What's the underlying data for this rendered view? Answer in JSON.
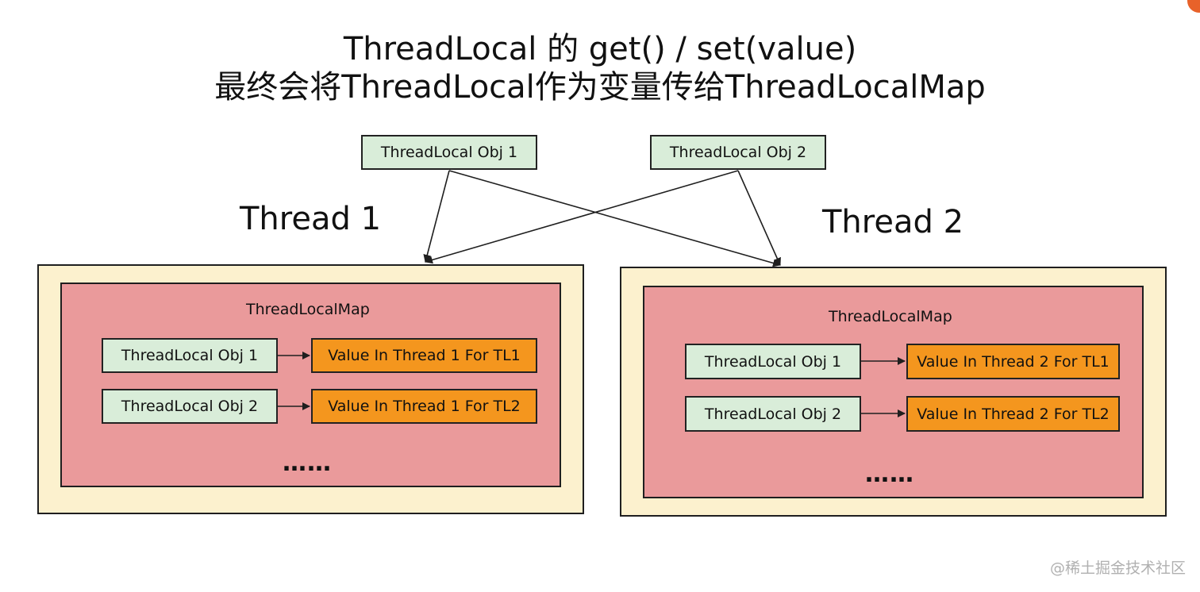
{
  "title": {
    "line1": "ThreadLocal 的 get() / set(value)",
    "line2": "最终会将ThreadLocal作为变量传给ThreadLocalMap"
  },
  "top_objects": {
    "obj1": "ThreadLocal Obj 1",
    "obj2": "ThreadLocal Obj 2"
  },
  "threads": [
    {
      "label": "Thread 1",
      "map_label": "ThreadLocalMap",
      "entries": [
        {
          "key": "ThreadLocal Obj 1",
          "value": "Value In Thread 1 For TL1"
        },
        {
          "key": "ThreadLocal Obj 2",
          "value": "Value In Thread 1 For TL2"
        }
      ],
      "ellipsis": "……"
    },
    {
      "label": "Thread 2",
      "map_label": "ThreadLocalMap",
      "entries": [
        {
          "key": "ThreadLocal Obj 1",
          "value": "Value In Thread 2 For TL1"
        },
        {
          "key": "ThreadLocal Obj 2",
          "value": "Value In Thread 2 For TL2"
        }
      ],
      "ellipsis": "……"
    }
  ],
  "watermark": "@稀土掘金技术社区",
  "colors": {
    "green_box": "#d9edd9",
    "orange_box": "#f4961e",
    "thread_container": "#fcf1ce",
    "map_container": "#ea9a9b",
    "border": "#1f1f1f"
  }
}
